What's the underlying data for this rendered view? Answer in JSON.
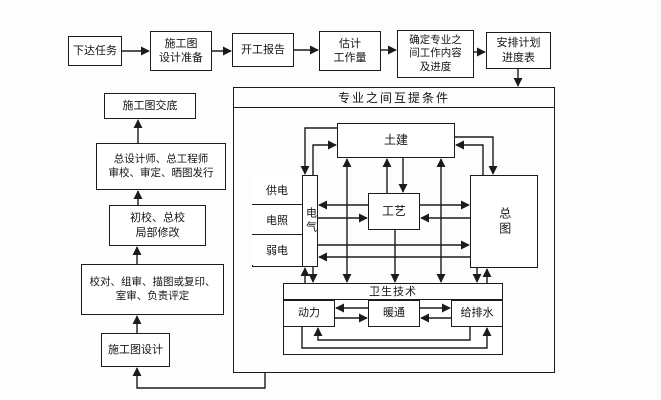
{
  "diagram_title": "专业之间互提条件",
  "colors": {
    "line": "#1b1b1b",
    "box_background": "#ffffff",
    "page_background": "#fdfdfd",
    "text": "#141414"
  },
  "top_flow": [
    {
      "label": "下达任务"
    },
    {
      "label": "施工图\n设计准备"
    },
    {
      "label": "开工报告"
    },
    {
      "label": "估计\n工作量"
    },
    {
      "label": "确定专业之\n间工作内容\n及进度"
    },
    {
      "label": "安排计划\n进度表"
    }
  ],
  "left_flow": [
    {
      "label": "施工图交底"
    },
    {
      "label": "总设计师、总工程师\n审校、审定、晒图发行"
    },
    {
      "label": "初校、总校\n局部修改"
    },
    {
      "label": "校对、组审、描图或复印、\n室审、负责评定"
    },
    {
      "label": "施工图设计"
    }
  ],
  "big_box": {
    "title": "专业之间互提条件",
    "civil": "土建",
    "process": "工艺",
    "general_layout": "总图",
    "electrical": {
      "label": "电气",
      "cells": [
        "供电",
        "电照",
        "弱电"
      ]
    },
    "sanitary": {
      "title": "卫生技术",
      "cells": [
        "动力",
        "暖通",
        "给排水"
      ]
    }
  }
}
